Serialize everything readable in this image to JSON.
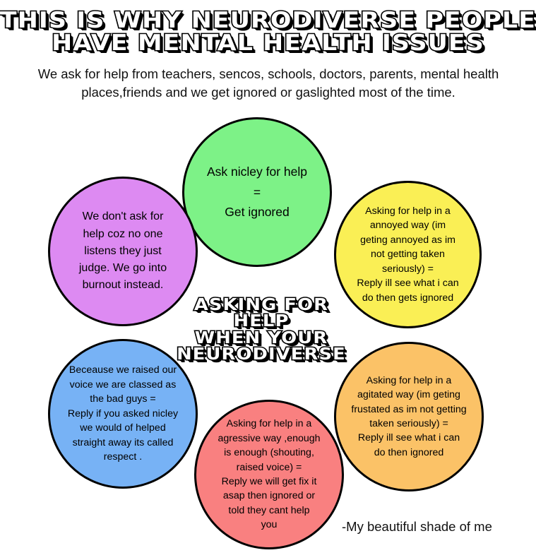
{
  "header": {
    "title_line1": "THIS IS WHY NEURODIVERSE PEOPLE",
    "title_line2": "HAVE MENTAL HEALTH ISSUES",
    "subtitle": "We ask for help from teachers, sencos, schools, doctors, parents, mental health places,friends and we get ignored or gaslighted most of the time."
  },
  "center": {
    "line1": "ASKING FOR HELP",
    "line2": "WHEN YOUR",
    "line3": "NEURODIVERSE"
  },
  "circles": [
    {
      "id": "green",
      "color": "#7DF287",
      "text": "Ask nicley for help\n=\nGet ignored"
    },
    {
      "id": "purple",
      "color": "#DD8AF2",
      "text": "We don't ask for\nhelp coz no one\nlistens they just\njudge. We go into\nburnout instead."
    },
    {
      "id": "yellow",
      "color": "#FAEF55",
      "text": "Asking for help in a\nannoyed way (im\ngeting annoyed as im\nnot getting taken\nseriously) =\nReply ill see what i can\ndo then gets ignored"
    },
    {
      "id": "blue",
      "color": "#77B2F5",
      "text": "Beceause we raised our\nvoice we are classed as\nthe bad guys =\nReply if you asked nicley\nwe would of helped\nstraight away its called\nrespect ."
    },
    {
      "id": "orange",
      "color": "#FBC267",
      "text": "Asking for help in a\nagitated way (im geting\nfrustated as im not getting\ntaken seriously)   =\nReply ill see what i can\ndo then ignored"
    },
    {
      "id": "red",
      "color": "#F98080",
      "text": "Asking for help in a\nagressive way ,enough\nis enough (shouting,\nraised voice) =\nReply we will get fix it\nasap then ignored or\ntold they cant help\nyou"
    }
  ],
  "signature": "-My beautiful shade of me"
}
